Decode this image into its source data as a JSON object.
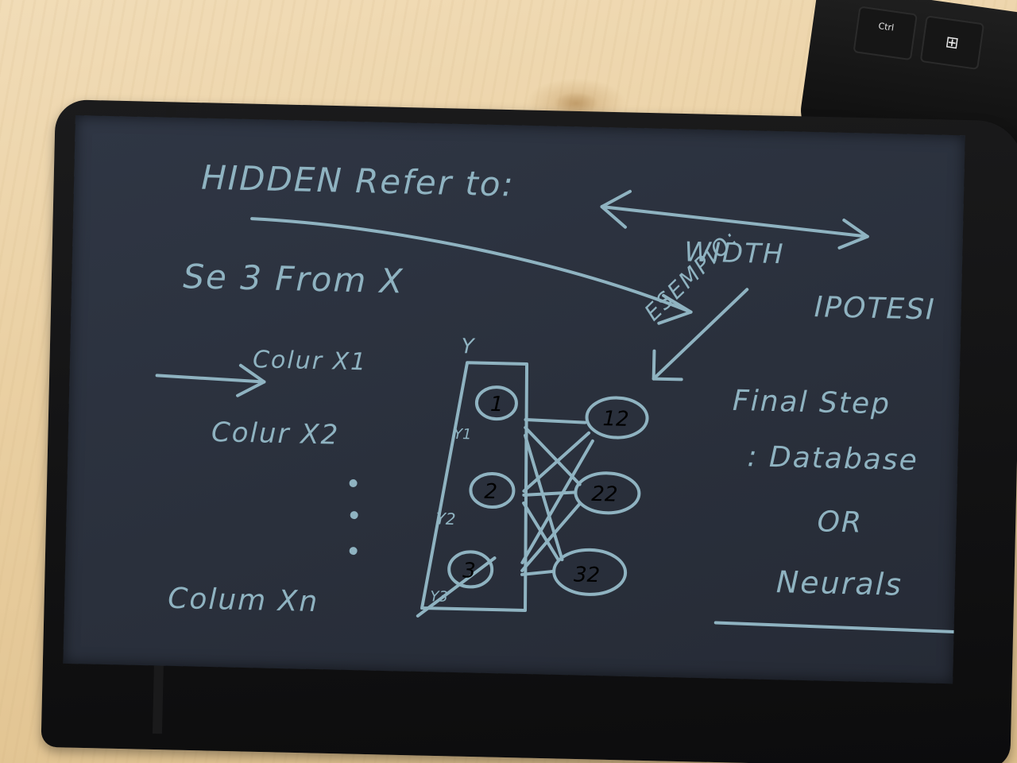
{
  "whiteboard": {
    "heading": "HIDDEN Refer to:",
    "width_label": "WIDTH",
    "esempio_label": "ESEMPIO:",
    "ipotesi_label": "IPOTESI",
    "selection_text": "Se 3 From X",
    "inputs": [
      "Colur X1",
      "Colur X2",
      "Colum Xn"
    ],
    "layer1_top_label": "Y",
    "layer1_nodes": [
      "1",
      "2",
      "3"
    ],
    "layer1_weights": [
      "Y1",
      "Y2",
      "Y3"
    ],
    "layer2_nodes": [
      "12",
      "22",
      "32"
    ],
    "final_step": {
      "line1": "Final Step",
      "line2": ": Database",
      "line3": "OR",
      "line4": "Neurals"
    },
    "ink_color": "#8fb3c1"
  },
  "keyboard": {
    "keys": [
      "Ctrl",
      "⊞"
    ]
  }
}
